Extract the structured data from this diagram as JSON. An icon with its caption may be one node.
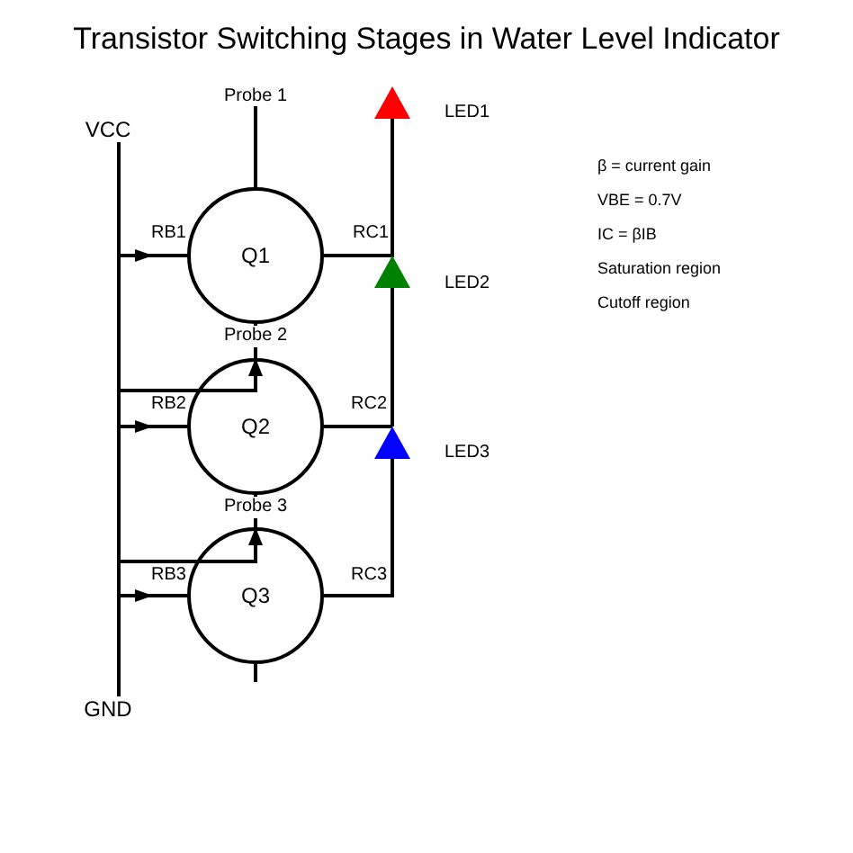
{
  "diagram": {
    "title": "Transistor Switching Stages in Water Level Indicator",
    "nodes": [
      {
        "text": [
          "VCC"
        ]
      },
      {
        "text": [
          "Probe 1"
        ]
      },
      {
        "text": [],
        "shape": "triangle",
        "beside": [
          "LED1"
        ]
      },
      {
        "text": [
          "Q1"
        ]
      },
      {
        "text": [],
        "shape": "triangle",
        "beside": [
          "LED2"
        ]
      },
      {
        "text": [
          "Q2"
        ]
      },
      {
        "text": [],
        "shape": "triangle",
        "beside": [
          "LED3"
        ]
      },
      {
        "text": [
          "Q3"
        ]
      },
      {
        "text": [
          "GND"
        ]
      }
    ],
    "edges": [
      {
        "from": 0,
        "to": 8,
        "arrow": "none"
      },
      {
        "from": 1,
        "to": 3,
        "arrow": "none"
      },
      {
        "from": null,
        "to": 3,
        "arrow": "to"
      },
      {
        "from": 3,
        "to": 2,
        "arrow": "none"
      },
      {
        "from": 3,
        "to": 4,
        "arrow": "none"
      },
      {
        "from": 3,
        "to": 5,
        "arrow": "none"
      },
      {
        "from": null,
        "to": 5,
        "arrow": "to"
      },
      {
        "from": null,
        "to": 5,
        "arrow": "to"
      },
      {
        "from": 4,
        "to": 6,
        "arrow": "none"
      },
      {
        "from": 5,
        "to": 6,
        "arrow": "none"
      },
      {
        "from": 5,
        "to": 7,
        "arrow": "none"
      },
      {
        "from": null,
        "to": 7,
        "arrow": "to"
      },
      {
        "from": null,
        "to": 7,
        "arrow": "to"
      },
      {
        "from": 6,
        "to": 7,
        "arrow": "none"
      }
    ],
    "labels": [
      "RB1",
      "RC1",
      "Probe 2",
      "RB2",
      "RC2",
      "Probe 3",
      "RB3",
      "RC3",
      "β = current gain",
      "VBE = 0.7V",
      "IC = βIB",
      "Saturation region",
      "Cutoff region"
    ]
  }
}
